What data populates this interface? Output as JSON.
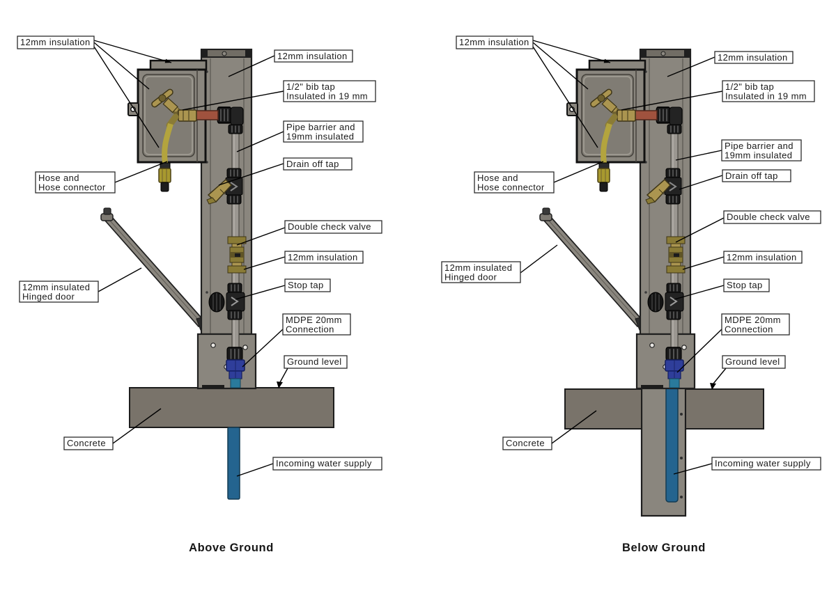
{
  "figure": {
    "captions": {
      "above": "Above Ground",
      "below": "Below Ground"
    },
    "labels": {
      "insulation": "12mm insulation",
      "bib_tap_line1": "1/2\" bib tap",
      "bib_tap_line2": "Insulated in 19 mm",
      "pipe_barrier_line1": "Pipe barrier and",
      "pipe_barrier_line2": "19mm insulated",
      "drain_off_tap": "Drain off tap",
      "double_check_valve": "Double check valve",
      "stop_tap": "Stop tap",
      "mdpe_line1": "MDPE 20mm",
      "mdpe_line2": "Connection",
      "ground_level": "Ground level",
      "concrete": "Concrete",
      "incoming_water_supply": "Incoming water supply",
      "hose_line1": "Hose and",
      "hose_line2": "Hose connector",
      "hinged_door_line1": "12mm insulated",
      "hinged_door_line2": "Hinged door"
    },
    "colors": {
      "post": "#8a867e",
      "panel": "#807c74",
      "pipe": "#9b9791",
      "redpipe": "#a0523e",
      "brass": "#ab9550",
      "hose": "#b3a43e",
      "water": "#24648f",
      "mdpe": "#2f3e9a",
      "concrete": "#79736a",
      "ink": "#1f1f1f"
    }
  }
}
